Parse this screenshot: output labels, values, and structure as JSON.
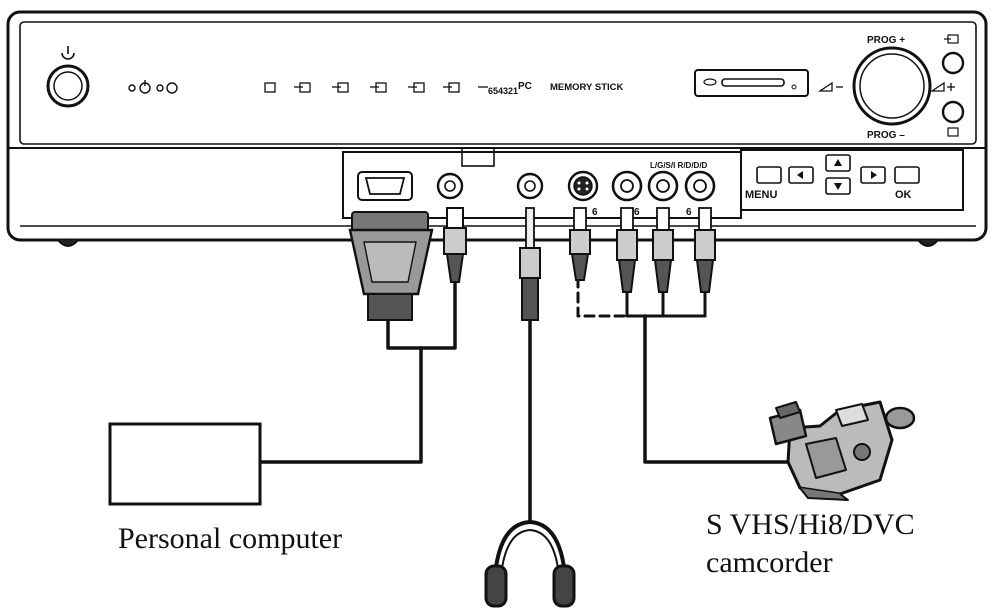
{
  "device": {
    "memory_stick_label": "MEMORY STICK",
    "pc_label": "PC",
    "input_numbers": "654321",
    "prog_plus": "PROG +",
    "prog_minus": "PROG –",
    "menu_label": "MENU",
    "ok_label": "OK",
    "audio_jack_label": "L/G/S/I R/D/D/D",
    "jack_number_s": "6",
    "jack_number_v": "6",
    "jack_number_a": "6"
  },
  "labels": {
    "computer": "Personal computer",
    "camcorder_line1": "S VHS/Hi8/DVC",
    "camcorder_line2": "camcorder"
  },
  "icons": [
    "power-icon",
    "standby-icon",
    "input-icon",
    "headphones-icon",
    "camcorder-icon"
  ]
}
